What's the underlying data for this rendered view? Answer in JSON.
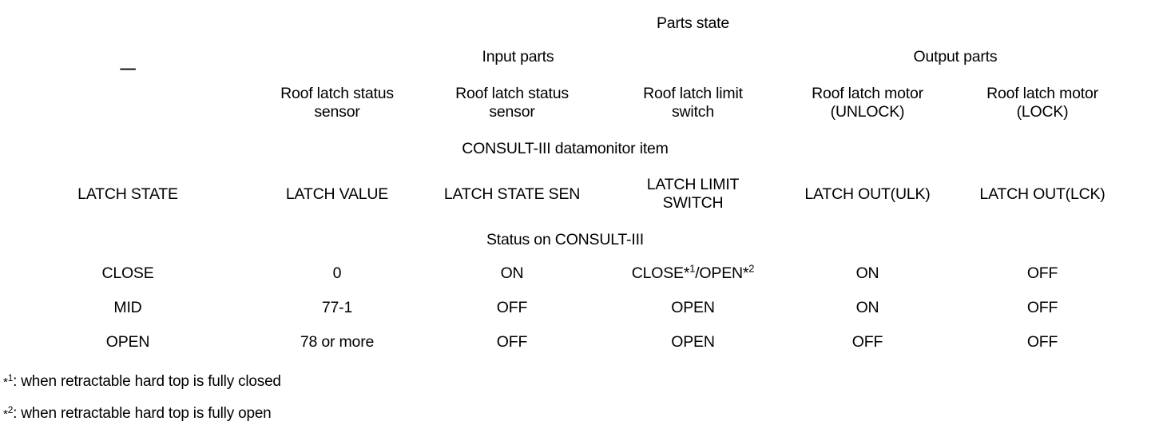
{
  "table": {
    "corner_label": "—",
    "group_top": "Parts state",
    "group_input": "Input parts",
    "group_output": "Output parts",
    "parts": [
      "Roof latch status sensor",
      "Roof latch status sensor",
      "Roof latch limit switch",
      "Roof latch motor (UNLOCK)",
      "Roof latch motor (LOCK)"
    ],
    "parts_lines": [
      [
        "Roof latch status",
        "sensor"
      ],
      [
        "Roof latch status",
        "sensor"
      ],
      [
        "Roof latch limit",
        "switch"
      ],
      [
        "Roof latch motor",
        "(UNLOCK)"
      ],
      [
        "Roof latch motor",
        "(LOCK)"
      ]
    ],
    "band_datamonitor": "CONSULT-III datamonitor item",
    "monitor_items": [
      "LATCH STATE",
      "LATCH VALUE",
      "LATCH STATE SEN",
      "LATCH LIMIT SWITCH",
      "LATCH OUT(ULK)",
      "LATCH OUT(LCK)"
    ],
    "monitor_items_lines": [
      [
        "LATCH STATE"
      ],
      [
        "LATCH VALUE"
      ],
      [
        "LATCH STATE SEN"
      ],
      [
        "LATCH LIMIT",
        "SWITCH"
      ],
      [
        "LATCH OUT(ULK)"
      ],
      [
        "LATCH OUT(LCK)"
      ]
    ],
    "band_status": "Status on CONSULT-III",
    "rows": [
      {
        "latch_state": "CLOSE",
        "latch_value": "0",
        "latch_state_sen": "ON",
        "latch_limit_switch": "CLOSE*1/OPEN*2",
        "latch_limit_switch_parts": [
          "CLOSE",
          "1",
          "/OPEN",
          "2"
        ],
        "latch_out_ulk": "ON",
        "latch_out_lck": "OFF"
      },
      {
        "latch_state": "MID",
        "latch_value": "77-1",
        "latch_state_sen": "OFF",
        "latch_limit_switch": "OPEN",
        "latch_out_ulk": "ON",
        "latch_out_lck": "OFF"
      },
      {
        "latch_state": "OPEN",
        "latch_value": "78 or more",
        "latch_state_sen": "OFF",
        "latch_limit_switch": "OPEN",
        "latch_out_ulk": "OFF",
        "latch_out_lck": "OFF"
      }
    ]
  },
  "footnotes": [
    {
      "marker": "*",
      "index": "1",
      "text": ": when retractable hard top is fully closed"
    },
    {
      "marker": "*",
      "index": "2",
      "text": ": when retractable hard top is fully open"
    }
  ]
}
